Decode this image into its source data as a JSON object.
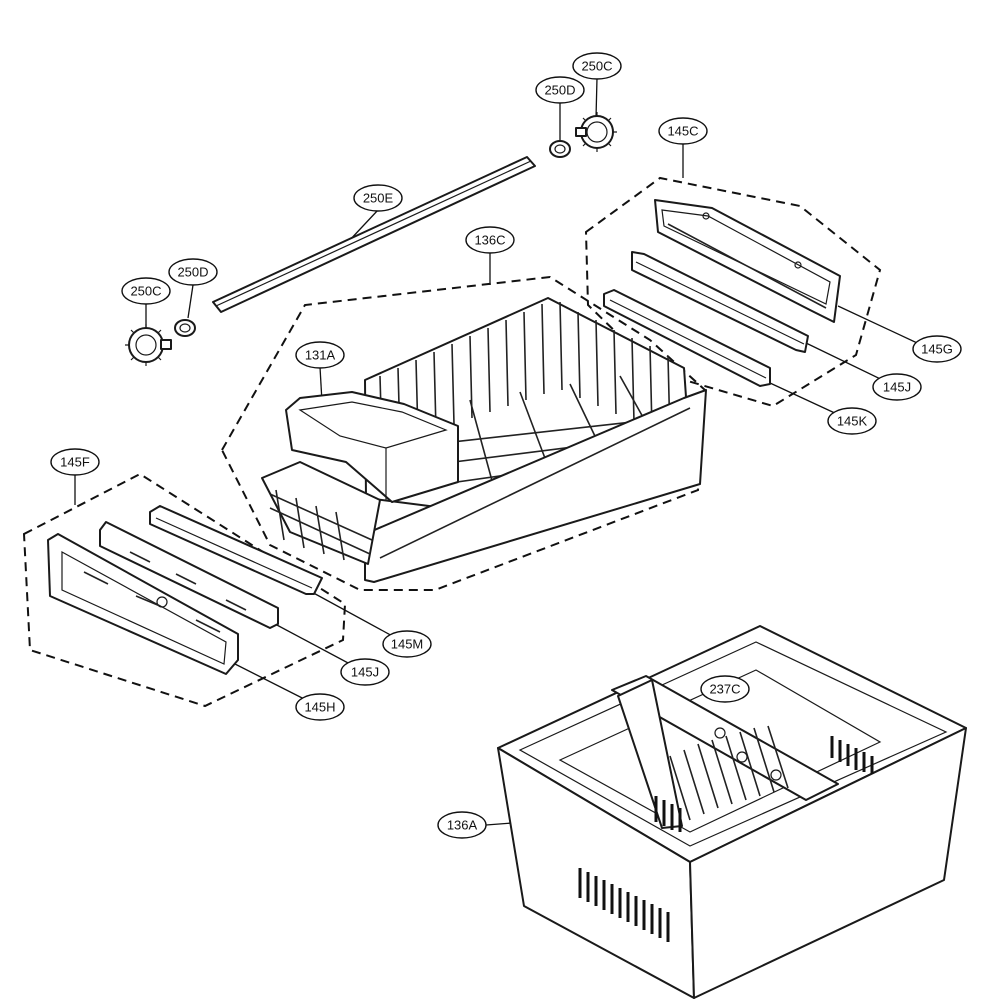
{
  "diagram": {
    "callouts": {
      "c250C_top": "250C",
      "c250D_top": "250D",
      "c145C": "145C",
      "c250E": "250E",
      "c136C": "136C",
      "c250C_left": "250C",
      "c250D_left": "250D",
      "c131A": "131A",
      "c145G": "145G",
      "c145J_right": "145J",
      "c145K": "145K",
      "c145F": "145F",
      "c145M": "145M",
      "c145J_left": "145J",
      "c145H": "145H",
      "c237C": "237C",
      "c136A": "136A"
    }
  }
}
